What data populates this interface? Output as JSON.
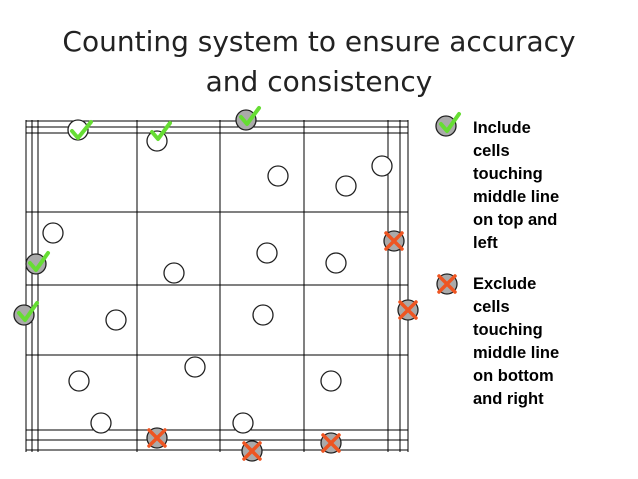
{
  "title": {
    "line1": "Counting system to ensure accuracy",
    "line2": "and consistency"
  },
  "legend": {
    "include": {
      "icon": "check-icon",
      "lines": [
        "Include",
        "cells",
        "touching",
        "middle line",
        "on top and",
        "left"
      ]
    },
    "exclude": {
      "icon": "cross-icon",
      "lines": [
        "Exclude",
        "cells",
        "touching",
        "middle line",
        "on bottom",
        "and right"
      ]
    }
  },
  "colors": {
    "check": "#66dd33",
    "cross": "#ee5522",
    "counted_fill": "#aaaaaa",
    "grid": "#000000"
  }
}
